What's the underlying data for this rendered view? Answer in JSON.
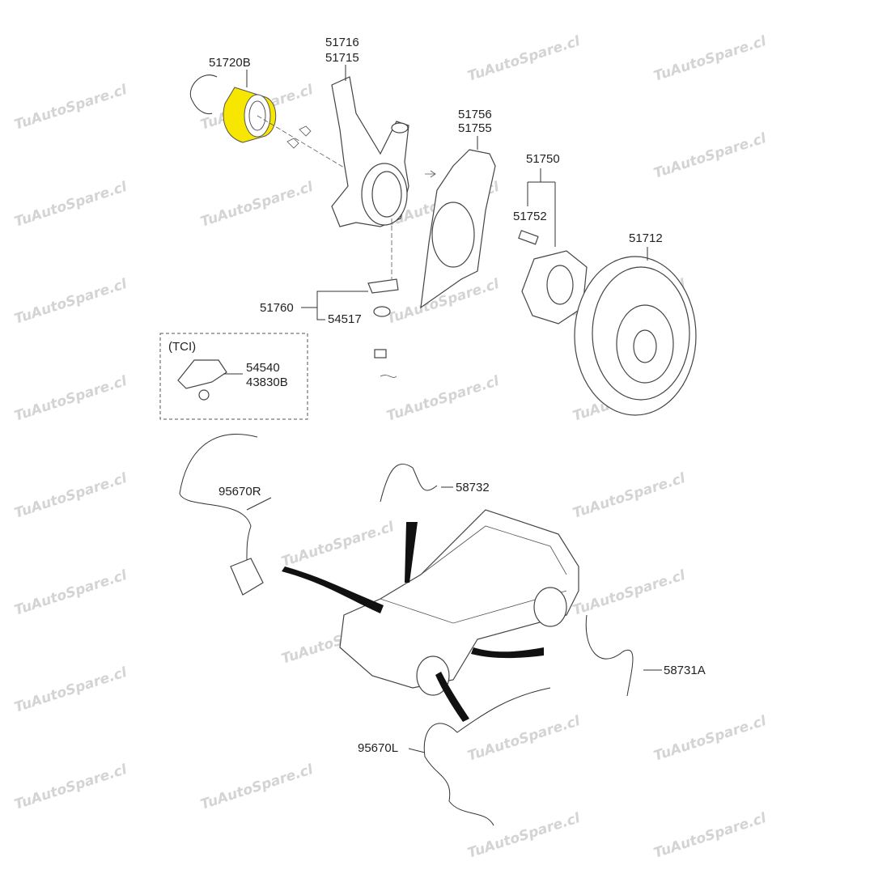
{
  "watermark": "TuAutoSpare.cl",
  "colors": {
    "highlight": "#f7e600",
    "line": "#333333",
    "watermark": "#d4d4d4"
  },
  "labels": {
    "bearing": "51720B",
    "knuckle_a": "51716",
    "knuckle_b": "51715",
    "dust_cover_a": "51756",
    "dust_cover_b": "51755",
    "hub": "51750",
    "hub_bolt": "51752",
    "disc": "51712",
    "ball_joint": "51760",
    "nut": "54517",
    "tci": "(TCI)",
    "tci_a": "54540",
    "tci_b": "43830B",
    "sensor_r": "95670R",
    "hose_r": "58732",
    "hose_l": "58731A",
    "sensor_l": "95670L"
  }
}
